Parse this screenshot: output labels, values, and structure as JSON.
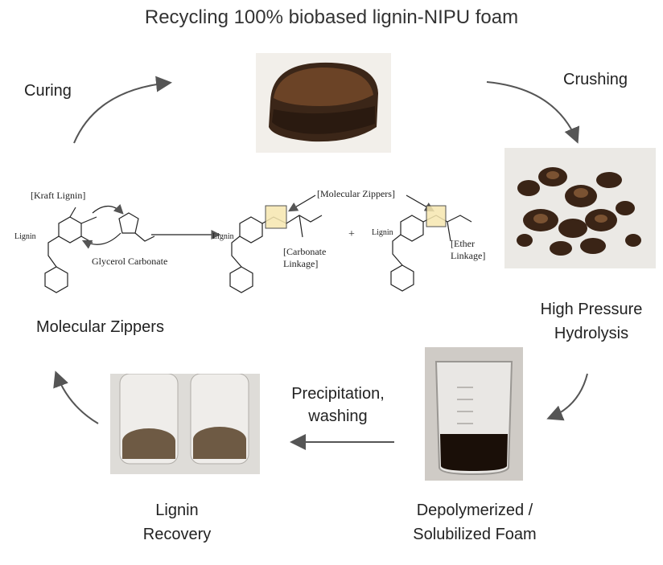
{
  "title": "Recycling 100% biobased lignin-NIPU foam",
  "steps": {
    "curing": "Curing",
    "crushing": "Crushing",
    "hydrolysis_line1": "High Pressure",
    "hydrolysis_line2": "Hydrolysis",
    "depoly_line1": "Depolymerized /",
    "depoly_line2": "Solubilized Foam",
    "precip_line1": "Precipitation,",
    "precip_line2": "washing",
    "lignin_line1": "Lignin",
    "lignin_line2": "Recovery",
    "zippers": "Molecular Zippers"
  },
  "chemistry": {
    "kraft_lignin": "[Kraft Lignin]",
    "glycerol_carbonate": "Glycerol Carbonate",
    "molecular_zippers": "[Molecular Zippers]",
    "carbonate_linkage_1": "[Carbonate",
    "carbonate_linkage_2": "Linkage]",
    "ether_linkage_1": "[Ether",
    "ether_linkage_2": "Linkage]",
    "lignin": "Lignin",
    "plus": "+"
  },
  "colors": {
    "arrow": "#555555",
    "highlight": "#f6e7b0",
    "foam": "#5a3a22",
    "liquid": "#1a0f08",
    "powder": "#6e5a44"
  }
}
